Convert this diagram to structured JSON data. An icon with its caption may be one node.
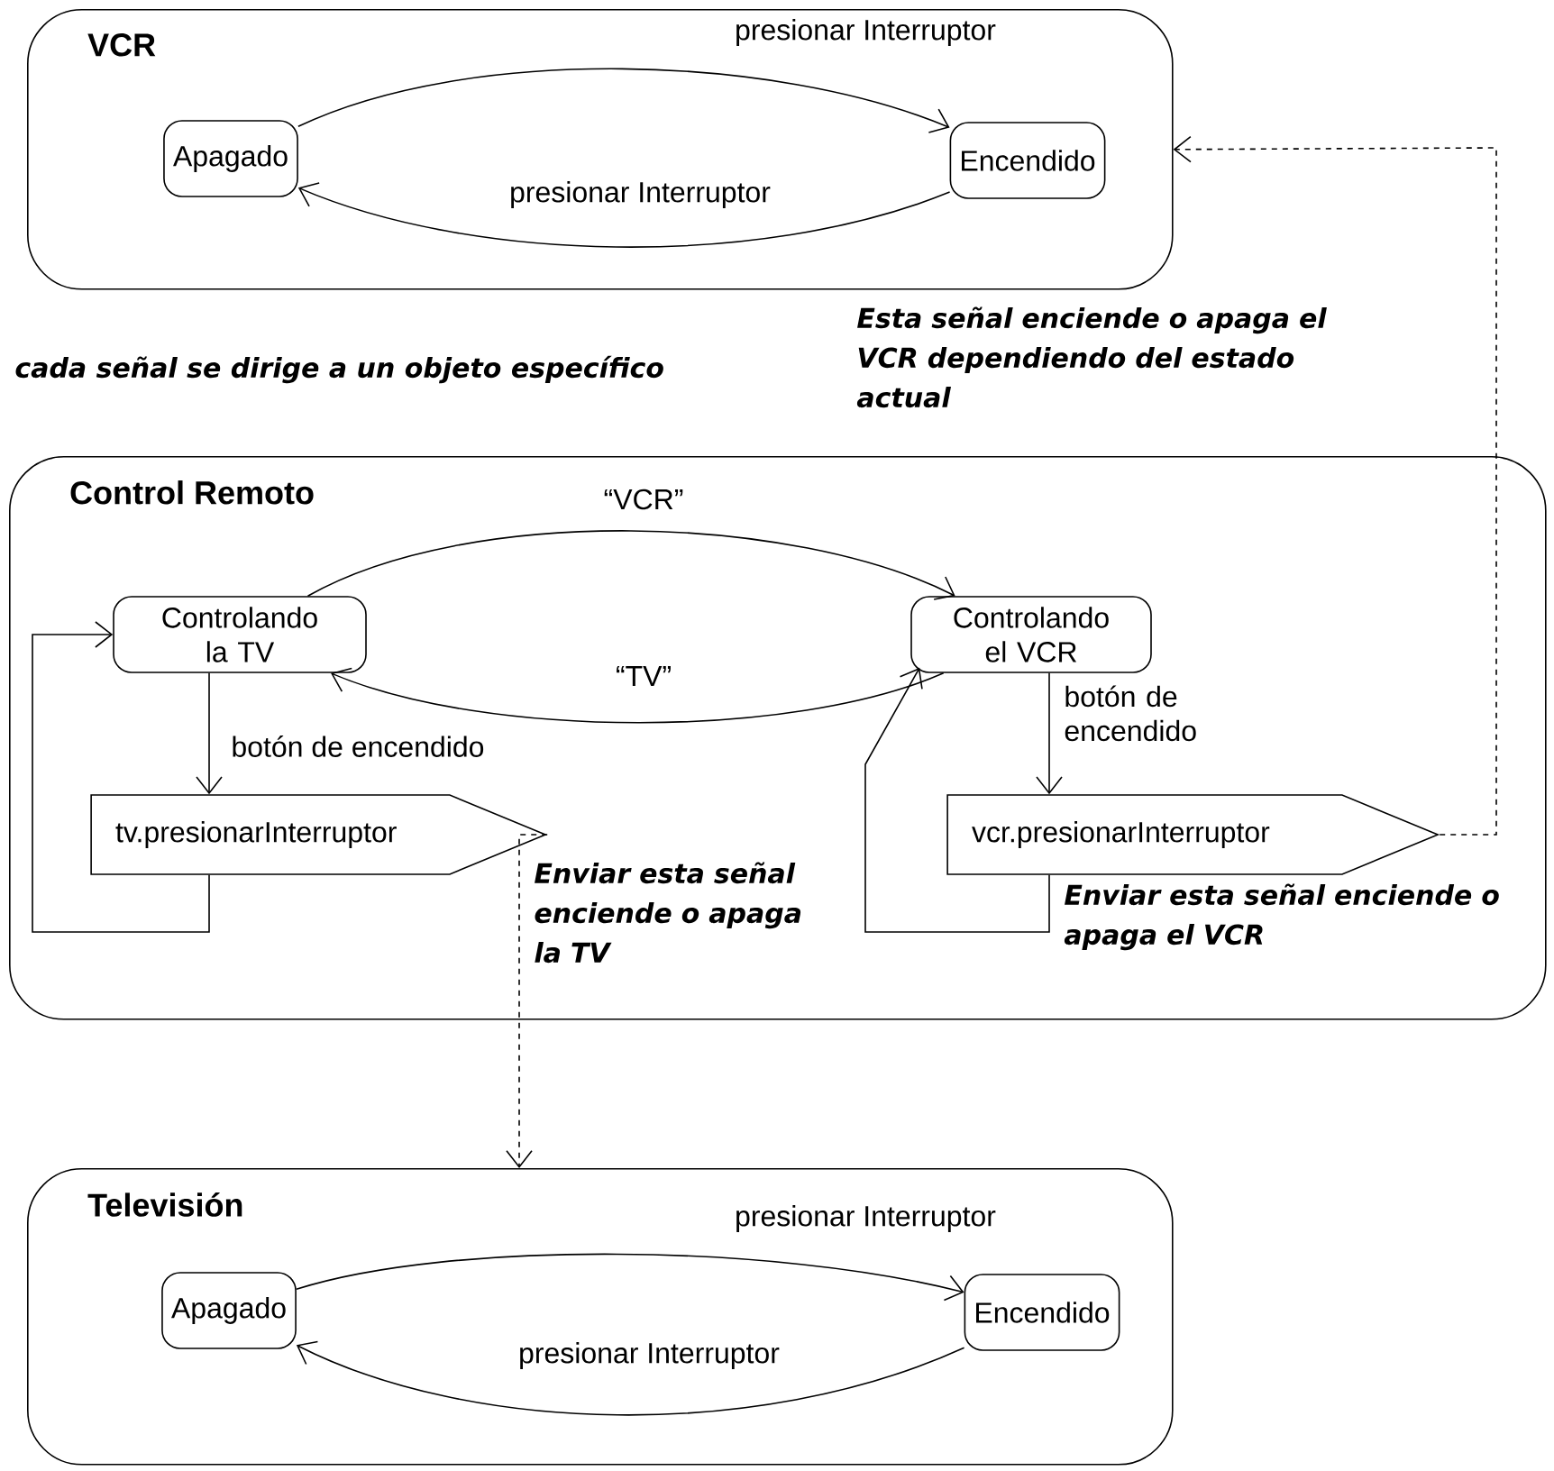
{
  "diagram": {
    "nodes": [
      {
        "text": [
          "VCR"
        ]
      },
      {
        "text": [
          "Apagado"
        ],
        "in": 0
      },
      {
        "text": [
          "Encendido"
        ],
        "in": 0
      },
      {
        "text": [
          "Control Remoto"
        ]
      },
      {
        "text": [
          "Controlando la TV"
        ],
        "in": 3
      },
      {
        "text": [
          "Controlando el VCR"
        ],
        "in": 3
      },
      {
        "text": [
          "tv.presionarInterruptor"
        ],
        "in": 3
      },
      {
        "text": [
          "vcr.presionarInterruptor"
        ],
        "in": 3
      },
      {
        "text": [
          "Televisión"
        ]
      },
      {
        "text": [
          "Apagado"
        ],
        "in": 8
      },
      {
        "text": [
          "Encendido"
        ],
        "in": 8
      }
    ],
    "edges": [
      {
        "from": 1,
        "to": 2,
        "arrow": "to",
        "label": "presionar Interruptor"
      },
      {
        "from": 2,
        "to": 1,
        "arrow": "to",
        "label": "presionar Interruptor"
      },
      {
        "from": 4,
        "to": 5,
        "arrow": "to",
        "label": "“VCR”"
      },
      {
        "from": 5,
        "to": 4,
        "arrow": "to",
        "label": "“TV”"
      },
      {
        "from": 4,
        "to": 6,
        "arrow": "to",
        "label": "botón de encendido"
      },
      {
        "from": 6,
        "to": 4,
        "arrow": "to"
      },
      {
        "from": 5,
        "to": 7,
        "arrow": "to",
        "label": "botón de encendido"
      },
      {
        "from": 7,
        "to": 5,
        "arrow": "to"
      },
      {
        "from": 6,
        "to": 8,
        "arrow": "to",
        "style": "dashed"
      },
      {
        "from": 7,
        "to": 0,
        "arrow": "to",
        "style": "dashed"
      },
      {
        "from": 9,
        "to": 10,
        "arrow": "to",
        "label": "presionar Interruptor"
      },
      {
        "from": 10,
        "to": 9,
        "arrow": "to",
        "label": "presionar Interruptor"
      }
    ],
    "labels": [
      "Esta señal enciende o apaga el VCR dependiendo del estado actual",
      "cada señal se dirige a un objeto específico",
      "Enviar esta señal enciende o apaga la TV",
      "Enviar esta señal enciende o apaga el VCR"
    ]
  }
}
